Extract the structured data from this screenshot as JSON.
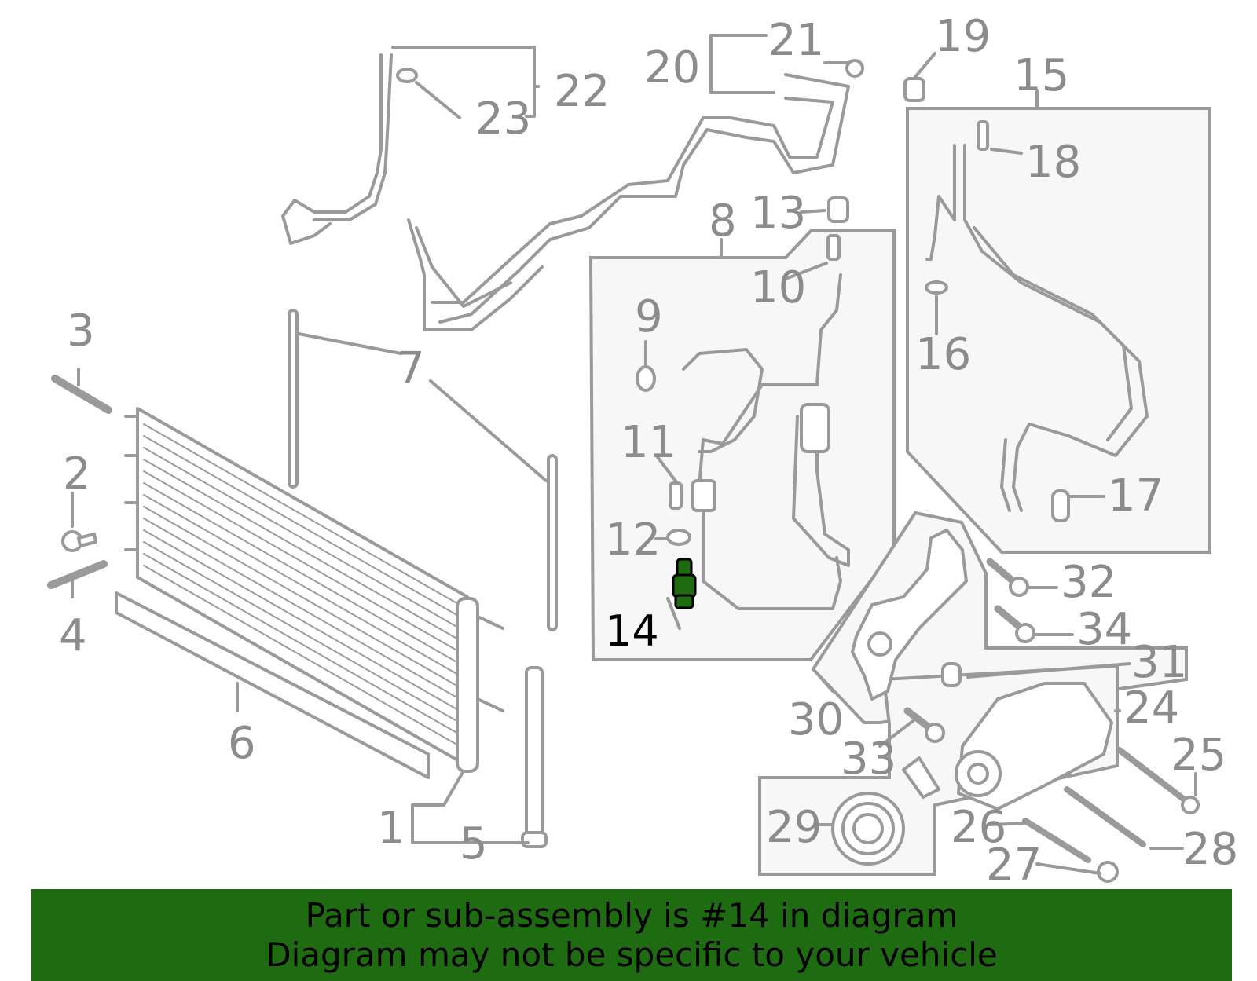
{
  "callouts": [
    {
      "id": "1",
      "text": "1"
    },
    {
      "id": "2",
      "text": "2"
    },
    {
      "id": "3",
      "text": "3"
    },
    {
      "id": "4",
      "text": "4"
    },
    {
      "id": "5",
      "text": "5"
    },
    {
      "id": "6",
      "text": "6"
    },
    {
      "id": "7",
      "text": "7"
    },
    {
      "id": "8",
      "text": "8"
    },
    {
      "id": "9",
      "text": "9"
    },
    {
      "id": "10",
      "text": "10"
    },
    {
      "id": "11",
      "text": "11"
    },
    {
      "id": "12",
      "text": "12"
    },
    {
      "id": "13",
      "text": "13"
    },
    {
      "id": "14",
      "text": "14"
    },
    {
      "id": "15",
      "text": "15"
    },
    {
      "id": "16",
      "text": "16"
    },
    {
      "id": "17",
      "text": "17"
    },
    {
      "id": "18",
      "text": "18"
    },
    {
      "id": "19",
      "text": "19"
    },
    {
      "id": "20",
      "text": "20"
    },
    {
      "id": "21",
      "text": "21"
    },
    {
      "id": "22",
      "text": "22"
    },
    {
      "id": "23",
      "text": "23"
    },
    {
      "id": "24",
      "text": "24"
    },
    {
      "id": "25",
      "text": "25"
    },
    {
      "id": "26",
      "text": "26"
    },
    {
      "id": "27",
      "text": "27"
    },
    {
      "id": "28",
      "text": "28"
    },
    {
      "id": "29",
      "text": "29"
    },
    {
      "id": "30",
      "text": "30"
    },
    {
      "id": "31",
      "text": "31"
    },
    {
      "id": "32",
      "text": "32"
    },
    {
      "id": "33",
      "text": "33"
    },
    {
      "id": "34",
      "text": "34"
    }
  ],
  "highlight": {
    "part": "14",
    "color": "#1f6b12"
  },
  "banner": {
    "line1": "Part or sub-assembly is #14 in diagram",
    "line2": "Diagram may not be specific to your vehicle",
    "background": "#1f6b12"
  },
  "colors": {
    "linework": "#9a9a9a",
    "label": "#8c8c8c",
    "highlight_label": "#000000"
  }
}
